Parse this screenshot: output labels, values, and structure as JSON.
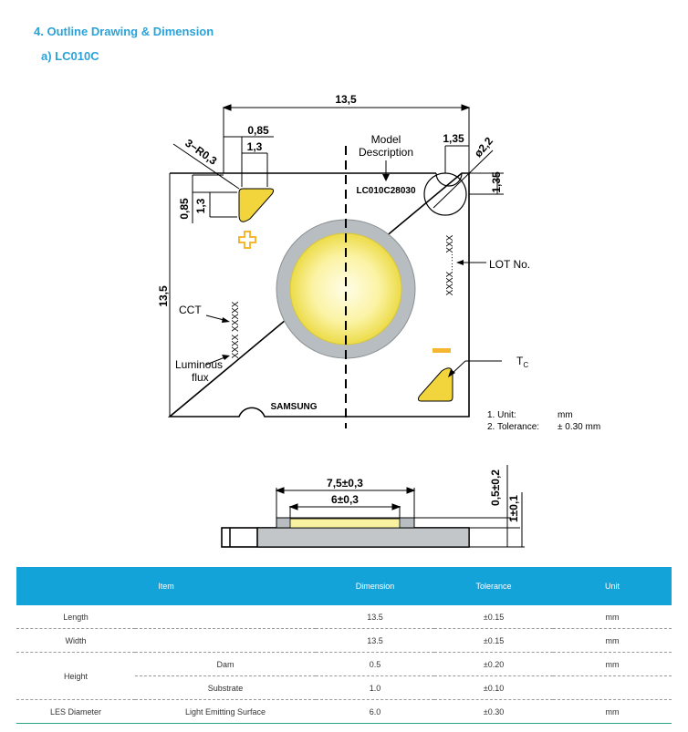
{
  "header": {
    "section_title": "4.  Outline Drawing & Dimension",
    "subsection_title": "a) LC010C"
  },
  "drawing": {
    "dim_width": "13,5",
    "dim_height": "13,5",
    "dim_085_top": "0,85",
    "dim_13_top": "1,3",
    "dim_085_side": "0,85",
    "dim_13_side": "1,3",
    "dim_radius": "3−R0,3",
    "dim_135_top": "1,35",
    "dim_135_side": "1,35",
    "dim_hole": "ø2,2",
    "model_label_1": "Model",
    "model_label_2": "Description",
    "model_code": "LC010C28030",
    "lot_label": "LOT No.",
    "lot_code": "XXXX……XXX",
    "cct_label": "CCT",
    "cct_code": "XXXX XXXXX",
    "flux_label_1": "Luminous",
    "flux_label_2": "flux",
    "tc_label": "T",
    "tc_sub": "C",
    "brand": "SAMSUNG",
    "note_1_label": "1.  Unit:",
    "note_1_value": "mm",
    "note_2_label": "2.  Tolerance:",
    "note_2_value": "± 0.30 mm",
    "side_dim_75": "7,5±0,3",
    "side_dim_6": "6±0,3",
    "side_dim_05": "0,5±0,2",
    "side_dim_1": "1±0,1"
  },
  "table": {
    "headers": [
      "Item",
      "Dimension",
      "Tolerance",
      "Unit"
    ],
    "rows": [
      {
        "item": "Length",
        "sub": "",
        "dimension": "13.5",
        "tolerance": "±0.15",
        "unit": "mm"
      },
      {
        "item": "Width",
        "sub": "",
        "dimension": "13.5",
        "tolerance": "±0.15",
        "unit": "mm"
      },
      {
        "item": "Height",
        "sub": "Dam",
        "dimension": "0.5",
        "tolerance": "±0.20",
        "unit": "mm"
      },
      {
        "item": "",
        "sub": "Substrate",
        "dimension": "1.0",
        "tolerance": "±0.10",
        "unit": ""
      },
      {
        "item": "LES Diameter",
        "sub": "Light Emitting Surface",
        "dimension": "6.0",
        "tolerance": "±0.30",
        "unit": "mm"
      }
    ]
  },
  "colors": {
    "heading": "#2aa3d8",
    "table_header": "#14a3d9",
    "led_yellow": "#f2d43c",
    "dam_gray": "#b7bdc0",
    "marker_orange": "#f5b731"
  }
}
